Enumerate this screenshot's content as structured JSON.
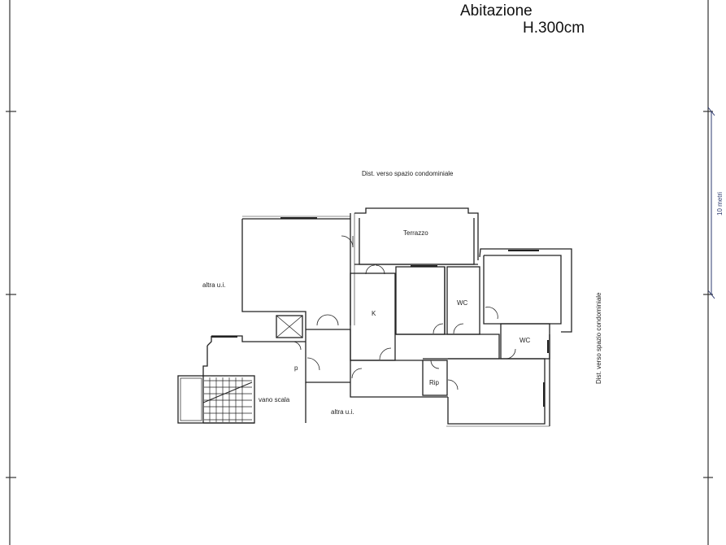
{
  "title": {
    "line1": "Abitazione",
    "line2": "H.300cm"
  },
  "labels": {
    "dist_top": "Dist. verso spazio condominiale",
    "dist_right": "Dist. verso spazio condominiale",
    "terrazzo": "Terrazzo",
    "altra_ui_left": "altra u.i.",
    "altra_ui_bottom": "altra u.i.",
    "k": "K",
    "wc1": "WC",
    "wc2": "WC",
    "rip": "Rip",
    "vano_scala": "vano scala",
    "p": "p",
    "scale_note": "10 metri"
  },
  "colors": {
    "line": "#222222",
    "frame": "#333333",
    "marker": "#2e3b70"
  }
}
